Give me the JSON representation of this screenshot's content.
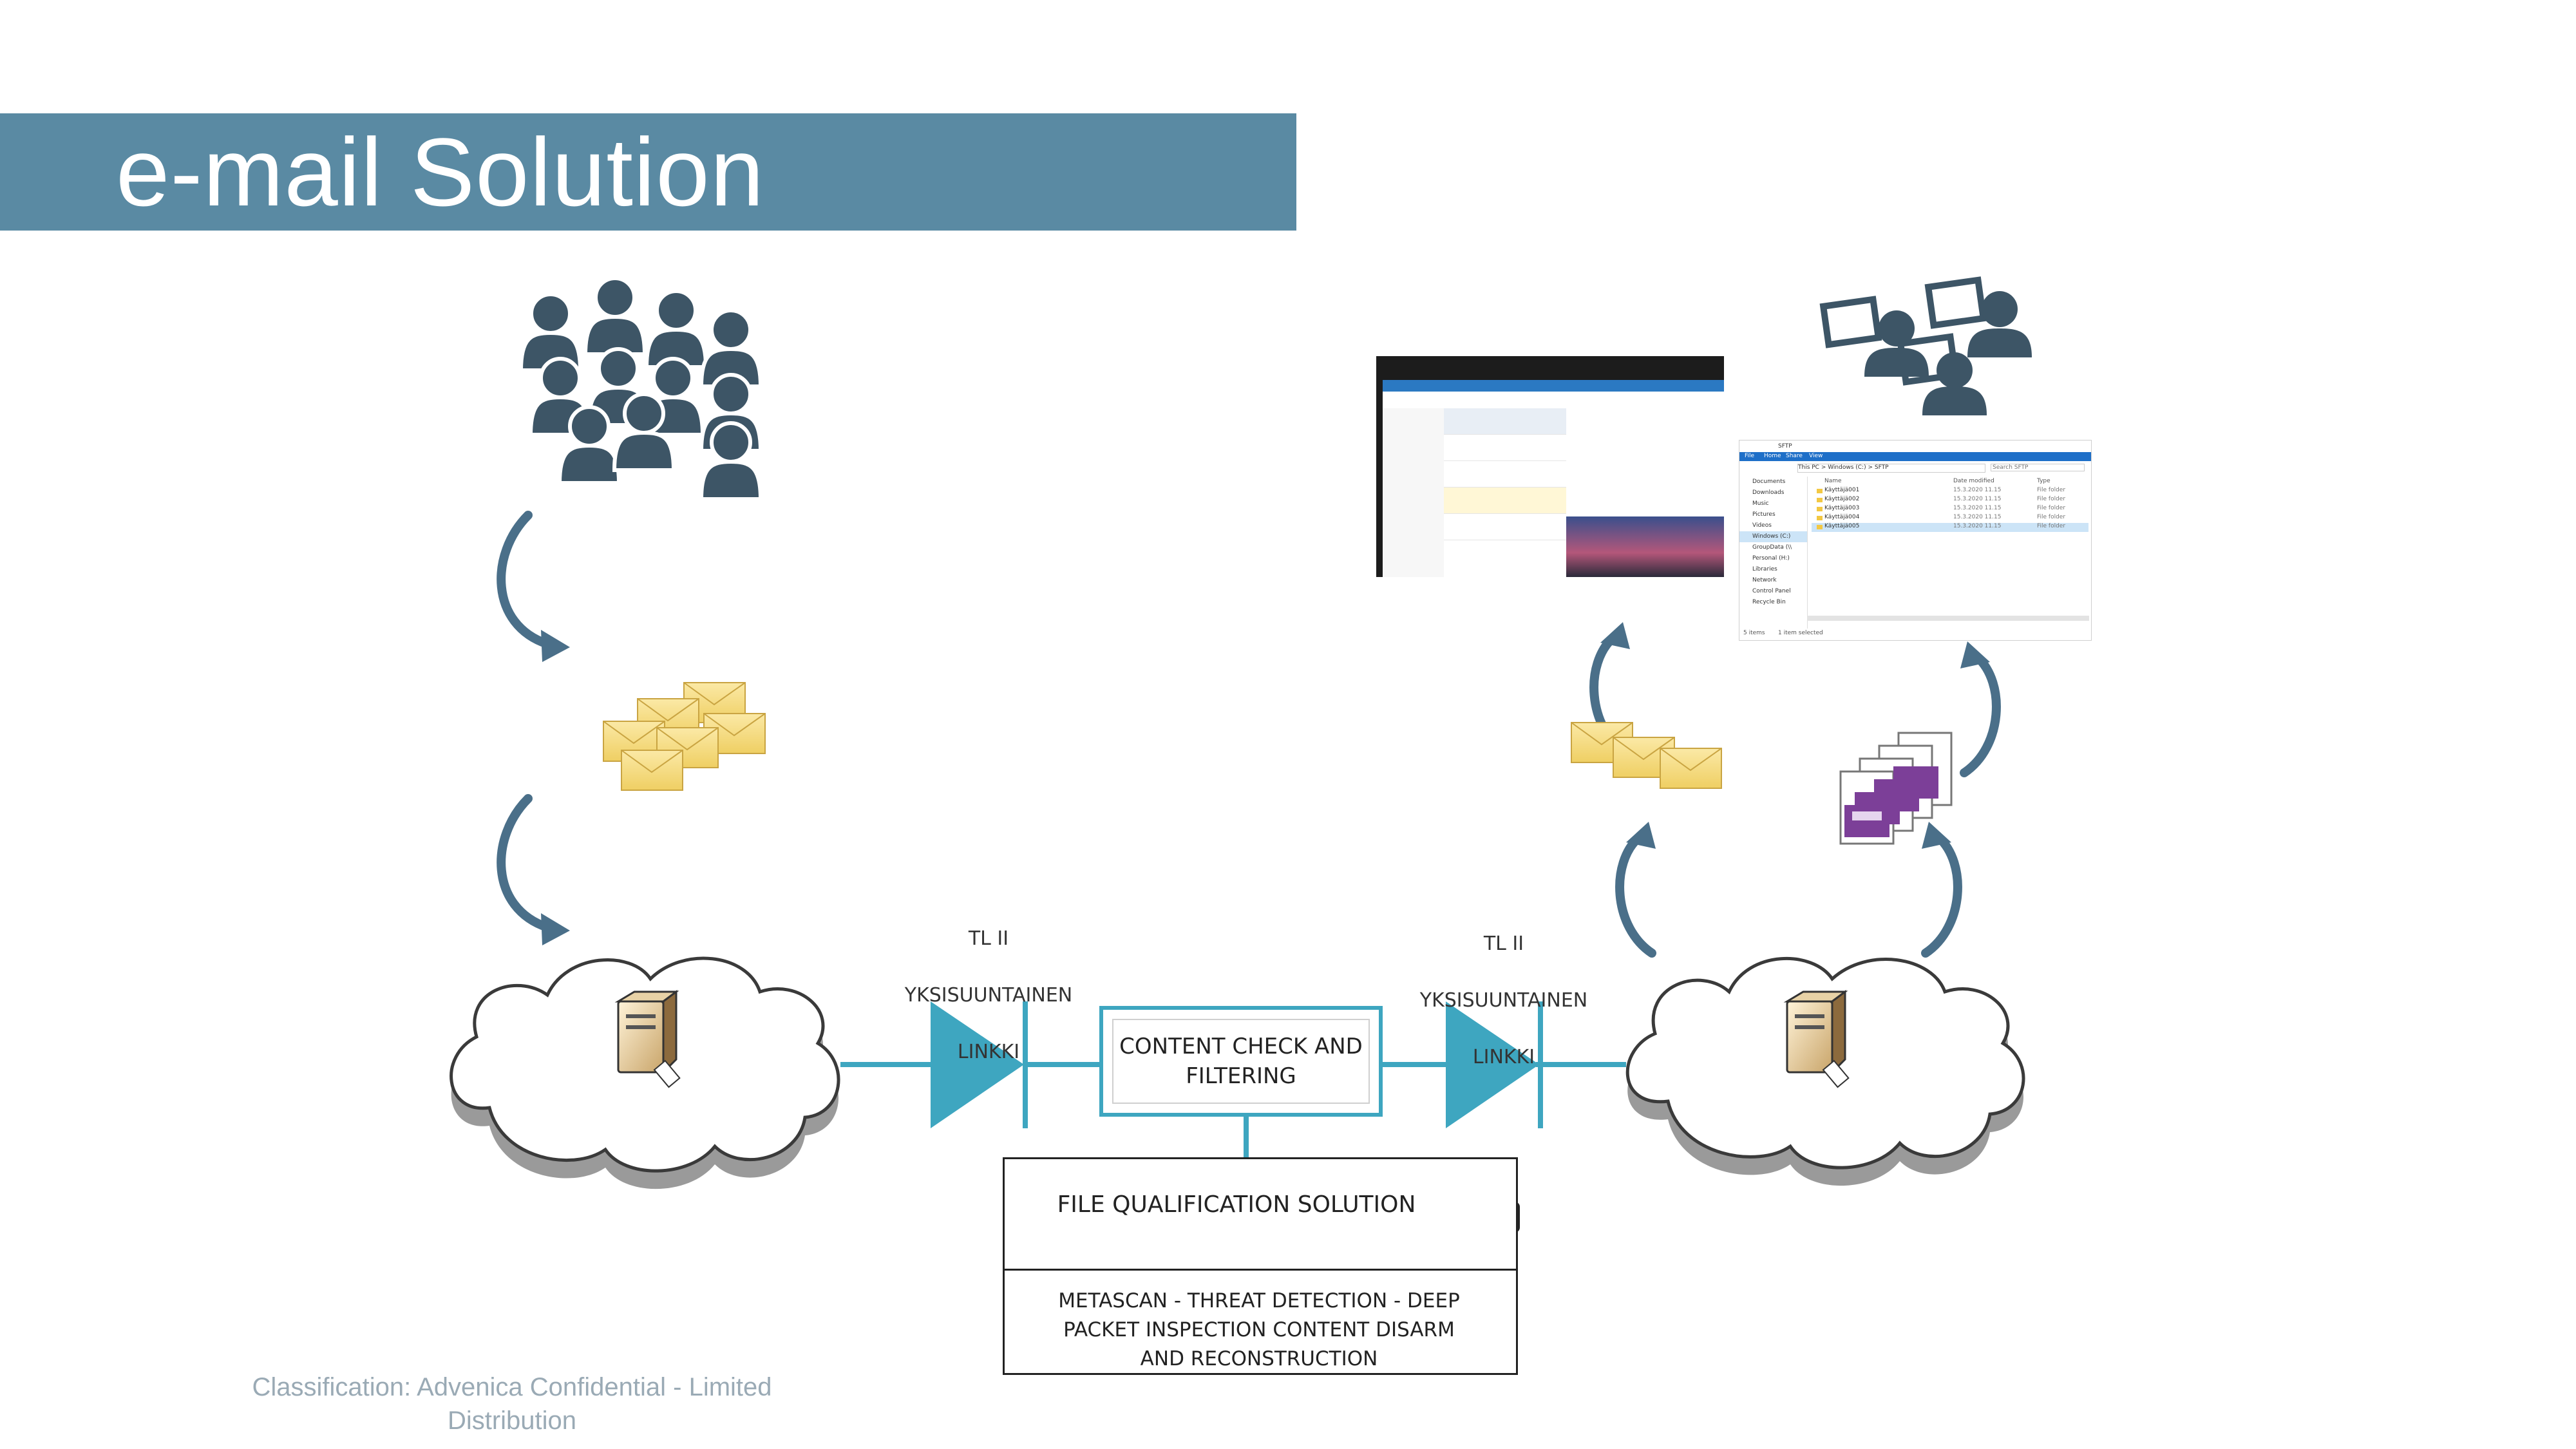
{
  "slide": {
    "title": "e-mail Solution",
    "classification": "Classification: Advenica Confidential - Limited Distribution"
  },
  "diagram": {
    "link_left": {
      "line1": "TL II",
      "line2": "YKSISUUNTAINEN",
      "line3": "LINKKI"
    },
    "link_right": {
      "line1": "TL II",
      "line2": "YKSISUUNTAINEN",
      "line3": "LINKKI"
    },
    "content_check": {
      "line1": "CONTENT CHECK AND",
      "line2": "FILTERING"
    },
    "file_qualification": {
      "title": "FILE QUALIFICATION SOLUTION",
      "line1": "METASCAN - THREAT DETECTION - DEEP",
      "line2": "PACKET INSPECTION   CONTENT DISARM",
      "line3": "AND RECONSTRUCTION"
    }
  },
  "explorer": {
    "window_title": "SFTP",
    "tabs": [
      "File",
      "Home",
      "Share",
      "View"
    ],
    "address": "This PC > Windows (C:) > SFTP",
    "search_placeholder": "Search SFTP",
    "nav_items": [
      "Documents",
      "Downloads",
      "Music",
      "Pictures",
      "Videos",
      "Windows (C:)",
      "GroupData (\\\\",
      "Personal (H:)",
      "Libraries",
      "Network",
      "Control Panel",
      "Recycle Bin"
    ],
    "columns": [
      "Name",
      "Date modified",
      "Type"
    ],
    "rows": [
      {
        "name": "Käyttäjä001",
        "date": "15.3.2020 11.15",
        "type": "File folder"
      },
      {
        "name": "Käyttäjä002",
        "date": "15.3.2020 11.15",
        "type": "File folder"
      },
      {
        "name": "Käyttäjä003",
        "date": "15.3.2020 11.15",
        "type": "File folder"
      },
      {
        "name": "Käyttäjä004",
        "date": "15.3.2020 11.15",
        "type": "File folder"
      },
      {
        "name": "Käyttäjä005",
        "date": "15.3.2020 11.15",
        "type": "File folder"
      }
    ],
    "status_left": "5 items",
    "status_right": "1 item selected"
  },
  "colors": {
    "title_bar": "#5a8aa3",
    "accent_teal": "#3ea6c0",
    "icon_slate": "#3d5566",
    "arrow_blue": "#4a6f89",
    "envelope_yellow": "#f5da7a",
    "docs_purple": "#7c3f98",
    "classification_text": "#9aaab5"
  },
  "icons": {
    "crowd": "people-group-icon",
    "users_with_screens": "users-at-computers-icon",
    "server": "server-icon",
    "cloud": "cloud-icon",
    "envelopes": "email-envelopes-icon",
    "documents": "document-stack-icon",
    "security_guard": "security-guard-lock-icon",
    "diode": "one-way-diode-icon"
  }
}
